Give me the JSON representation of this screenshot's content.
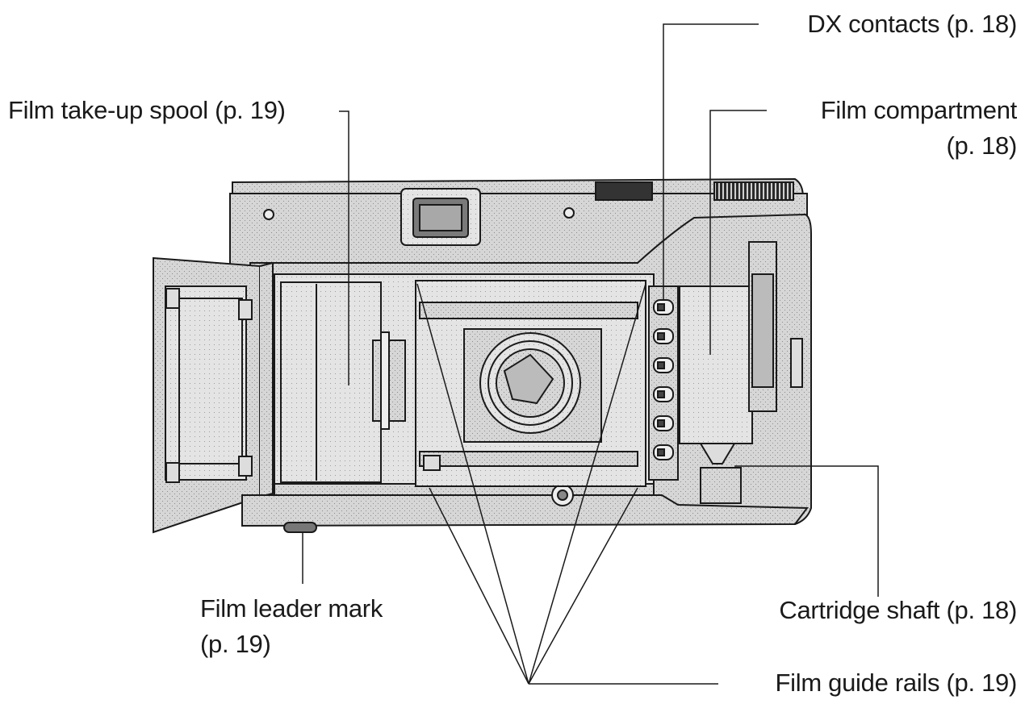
{
  "labels": {
    "dx_contacts": "DX contacts (p. 18)",
    "take_up_spool": "Film take-up spool (p. 19)",
    "film_compartment_line1": "Film compartment",
    "film_compartment_line2": "(p. 18)",
    "film_leader_mark_line1": "Film leader mark",
    "film_leader_mark_line2": "(p. 19)",
    "cartridge_shaft": "Cartridge shaft (p. 18)",
    "film_guide_rails": "Film guide rails (p. 19)"
  },
  "colors": {
    "ink": "#1a1a1a",
    "body_fill": "#cfcfcf",
    "dark_fill": "#8a8a8a",
    "light_fill": "#e6e6e6"
  }
}
